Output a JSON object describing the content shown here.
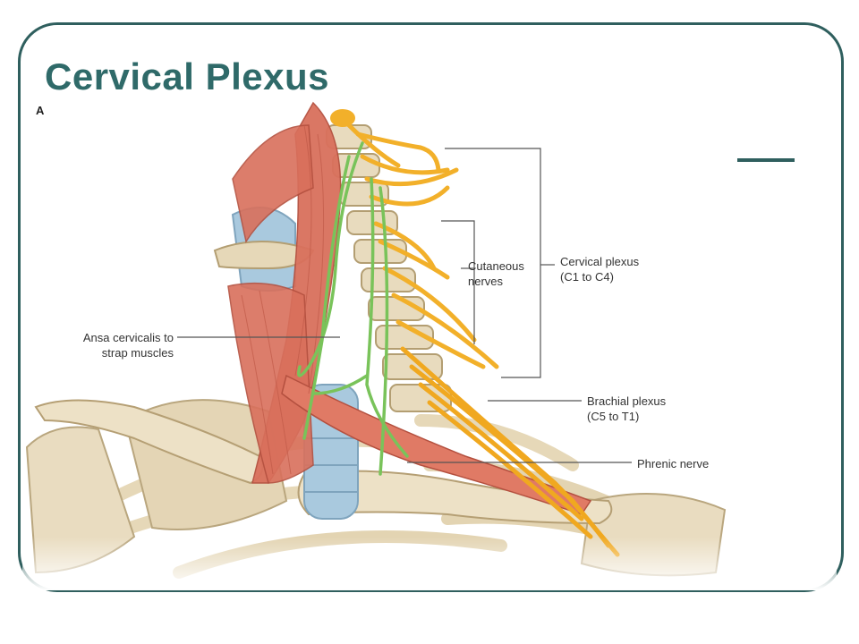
{
  "slide": {
    "title": "Cervical Plexus",
    "panel_letter": "A"
  },
  "labels": {
    "cutaneous": {
      "line1": "Cutaneous",
      "line2": "nerves"
    },
    "cervical_plexus": {
      "line1": "Cervical plexus",
      "line2": "(C1 to C4)"
    },
    "ansa": {
      "line1": "Ansa cervicalis to",
      "line2": "strap muscles"
    },
    "brachial_plexus": {
      "line1": "Brachial plexus",
      "line2": "(C5 to T1)"
    },
    "phrenic": {
      "line1": "Phrenic nerve"
    }
  },
  "colors": {
    "frame": "#2f5f5e",
    "title": "#2f6a69",
    "nerve_yellow": "#f2b02a",
    "nerve_green": "#79c35a",
    "muscle": "#d9705c",
    "bone": "#e9dcc0",
    "cartilage": "#a9c9de"
  }
}
